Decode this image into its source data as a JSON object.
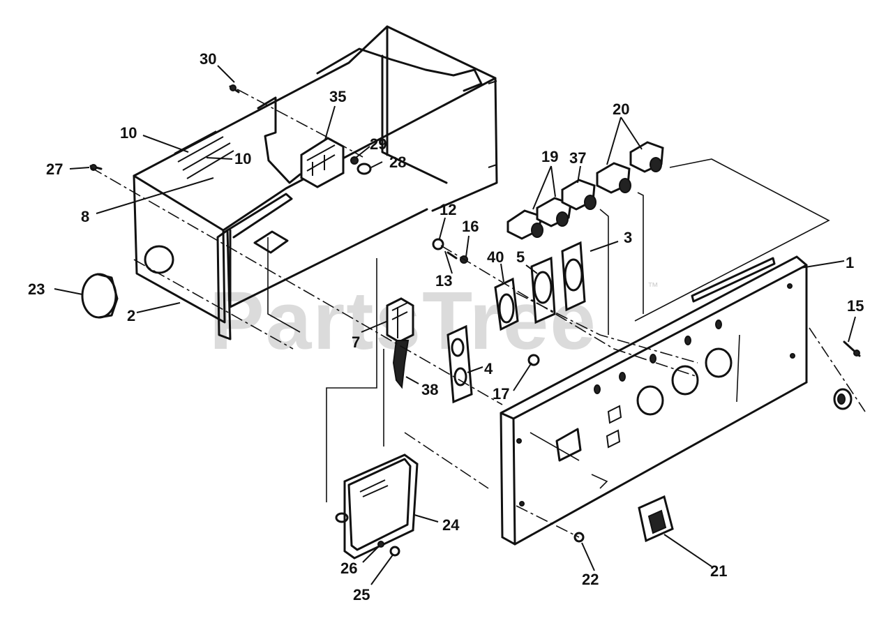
{
  "watermark": {
    "text": "PartsTree",
    "trademark": "™"
  },
  "callouts": [
    {
      "id": "c30",
      "label": "30"
    },
    {
      "id": "c35",
      "label": "35"
    },
    {
      "id": "c10a",
      "label": "10"
    },
    {
      "id": "c10b",
      "label": "10"
    },
    {
      "id": "c29",
      "label": "29"
    },
    {
      "id": "c28",
      "label": "28"
    },
    {
      "id": "c27",
      "label": "27"
    },
    {
      "id": "c8",
      "label": "8"
    },
    {
      "id": "c23",
      "label": "23"
    },
    {
      "id": "c2",
      "label": "2"
    },
    {
      "id": "c20",
      "label": "20"
    },
    {
      "id": "c19",
      "label": "19"
    },
    {
      "id": "c37",
      "label": "37"
    },
    {
      "id": "c12",
      "label": "12"
    },
    {
      "id": "c16",
      "label": "16"
    },
    {
      "id": "c13",
      "label": "13"
    },
    {
      "id": "c40",
      "label": "40"
    },
    {
      "id": "c5",
      "label": "5"
    },
    {
      "id": "c3",
      "label": "3"
    },
    {
      "id": "c1",
      "label": "1"
    },
    {
      "id": "c15",
      "label": "15"
    },
    {
      "id": "c7",
      "label": "7"
    },
    {
      "id": "c4",
      "label": "4"
    },
    {
      "id": "c17",
      "label": "17"
    },
    {
      "id": "c38",
      "label": "38"
    },
    {
      "id": "c24",
      "label": "24"
    },
    {
      "id": "c26",
      "label": "26"
    },
    {
      "id": "c25",
      "label": "25"
    },
    {
      "id": "c22",
      "label": "22"
    },
    {
      "id": "c21",
      "label": "21"
    }
  ]
}
